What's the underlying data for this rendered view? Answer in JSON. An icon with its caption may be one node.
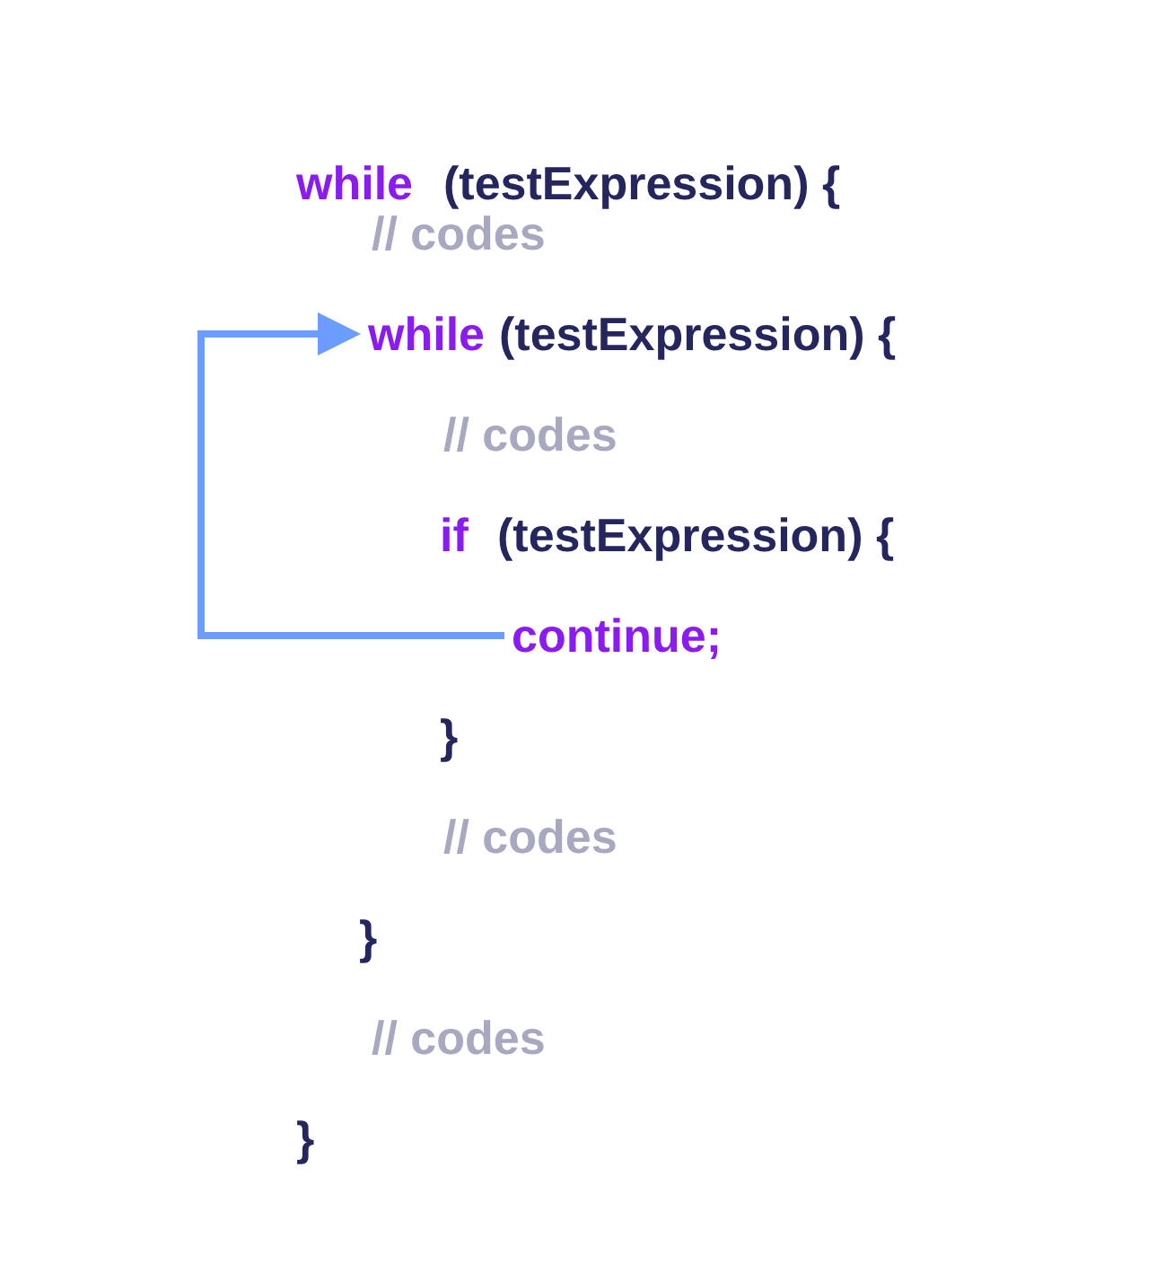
{
  "diagram": {
    "nodes": [
      {
        "text": [
          "while",
          "(testExpression) {"
        ]
      },
      {
        "text": [
          "continue;"
        ]
      }
    ],
    "edges": [
      {
        "from": 1,
        "to": 0,
        "arrow": "to"
      }
    ],
    "labels": [
      "while",
      "(testExpression) {",
      "// codes",
      "// codes",
      "if",
      "(testExpression) {",
      "}",
      "// codes",
      "}",
      "// codes",
      "}"
    ]
  }
}
